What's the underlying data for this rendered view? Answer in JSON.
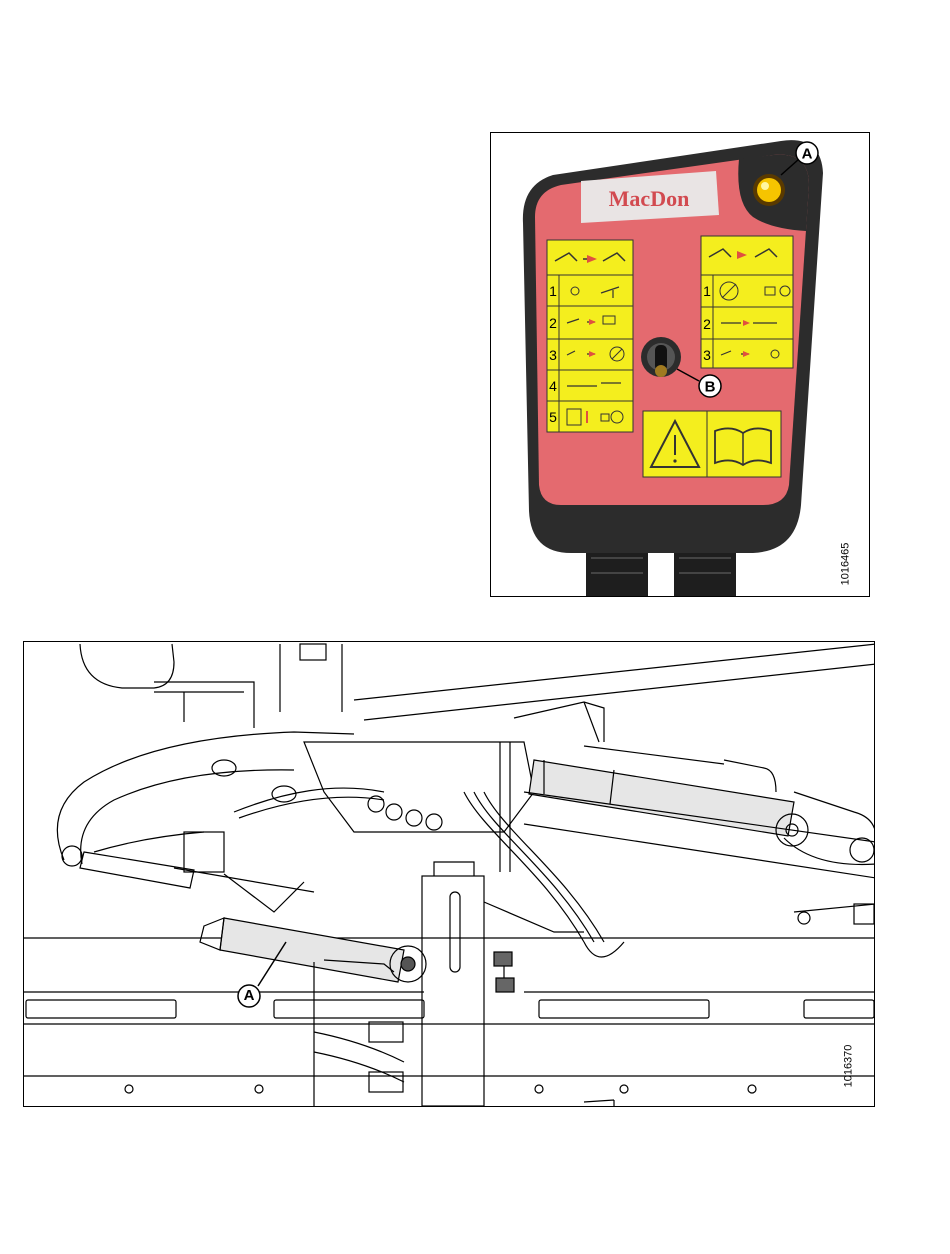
{
  "figure_top": {
    "brand": "MacDon",
    "id": "1016465",
    "callouts": [
      "A",
      "B"
    ],
    "left_panel_rows": [
      "1",
      "2",
      "3",
      "4",
      "5"
    ],
    "right_panel_rows": [
      "1",
      "2",
      "3"
    ],
    "colors": {
      "body": "#e46a6f",
      "decal": "#f4ee1e",
      "housing": "#2c2c2c",
      "lamp": "#f6c400"
    },
    "icons": [
      "warning-triangle-icon",
      "manual-book-icon"
    ]
  },
  "figure_bottom": {
    "id": "1016370",
    "callouts": [
      "A"
    ]
  }
}
